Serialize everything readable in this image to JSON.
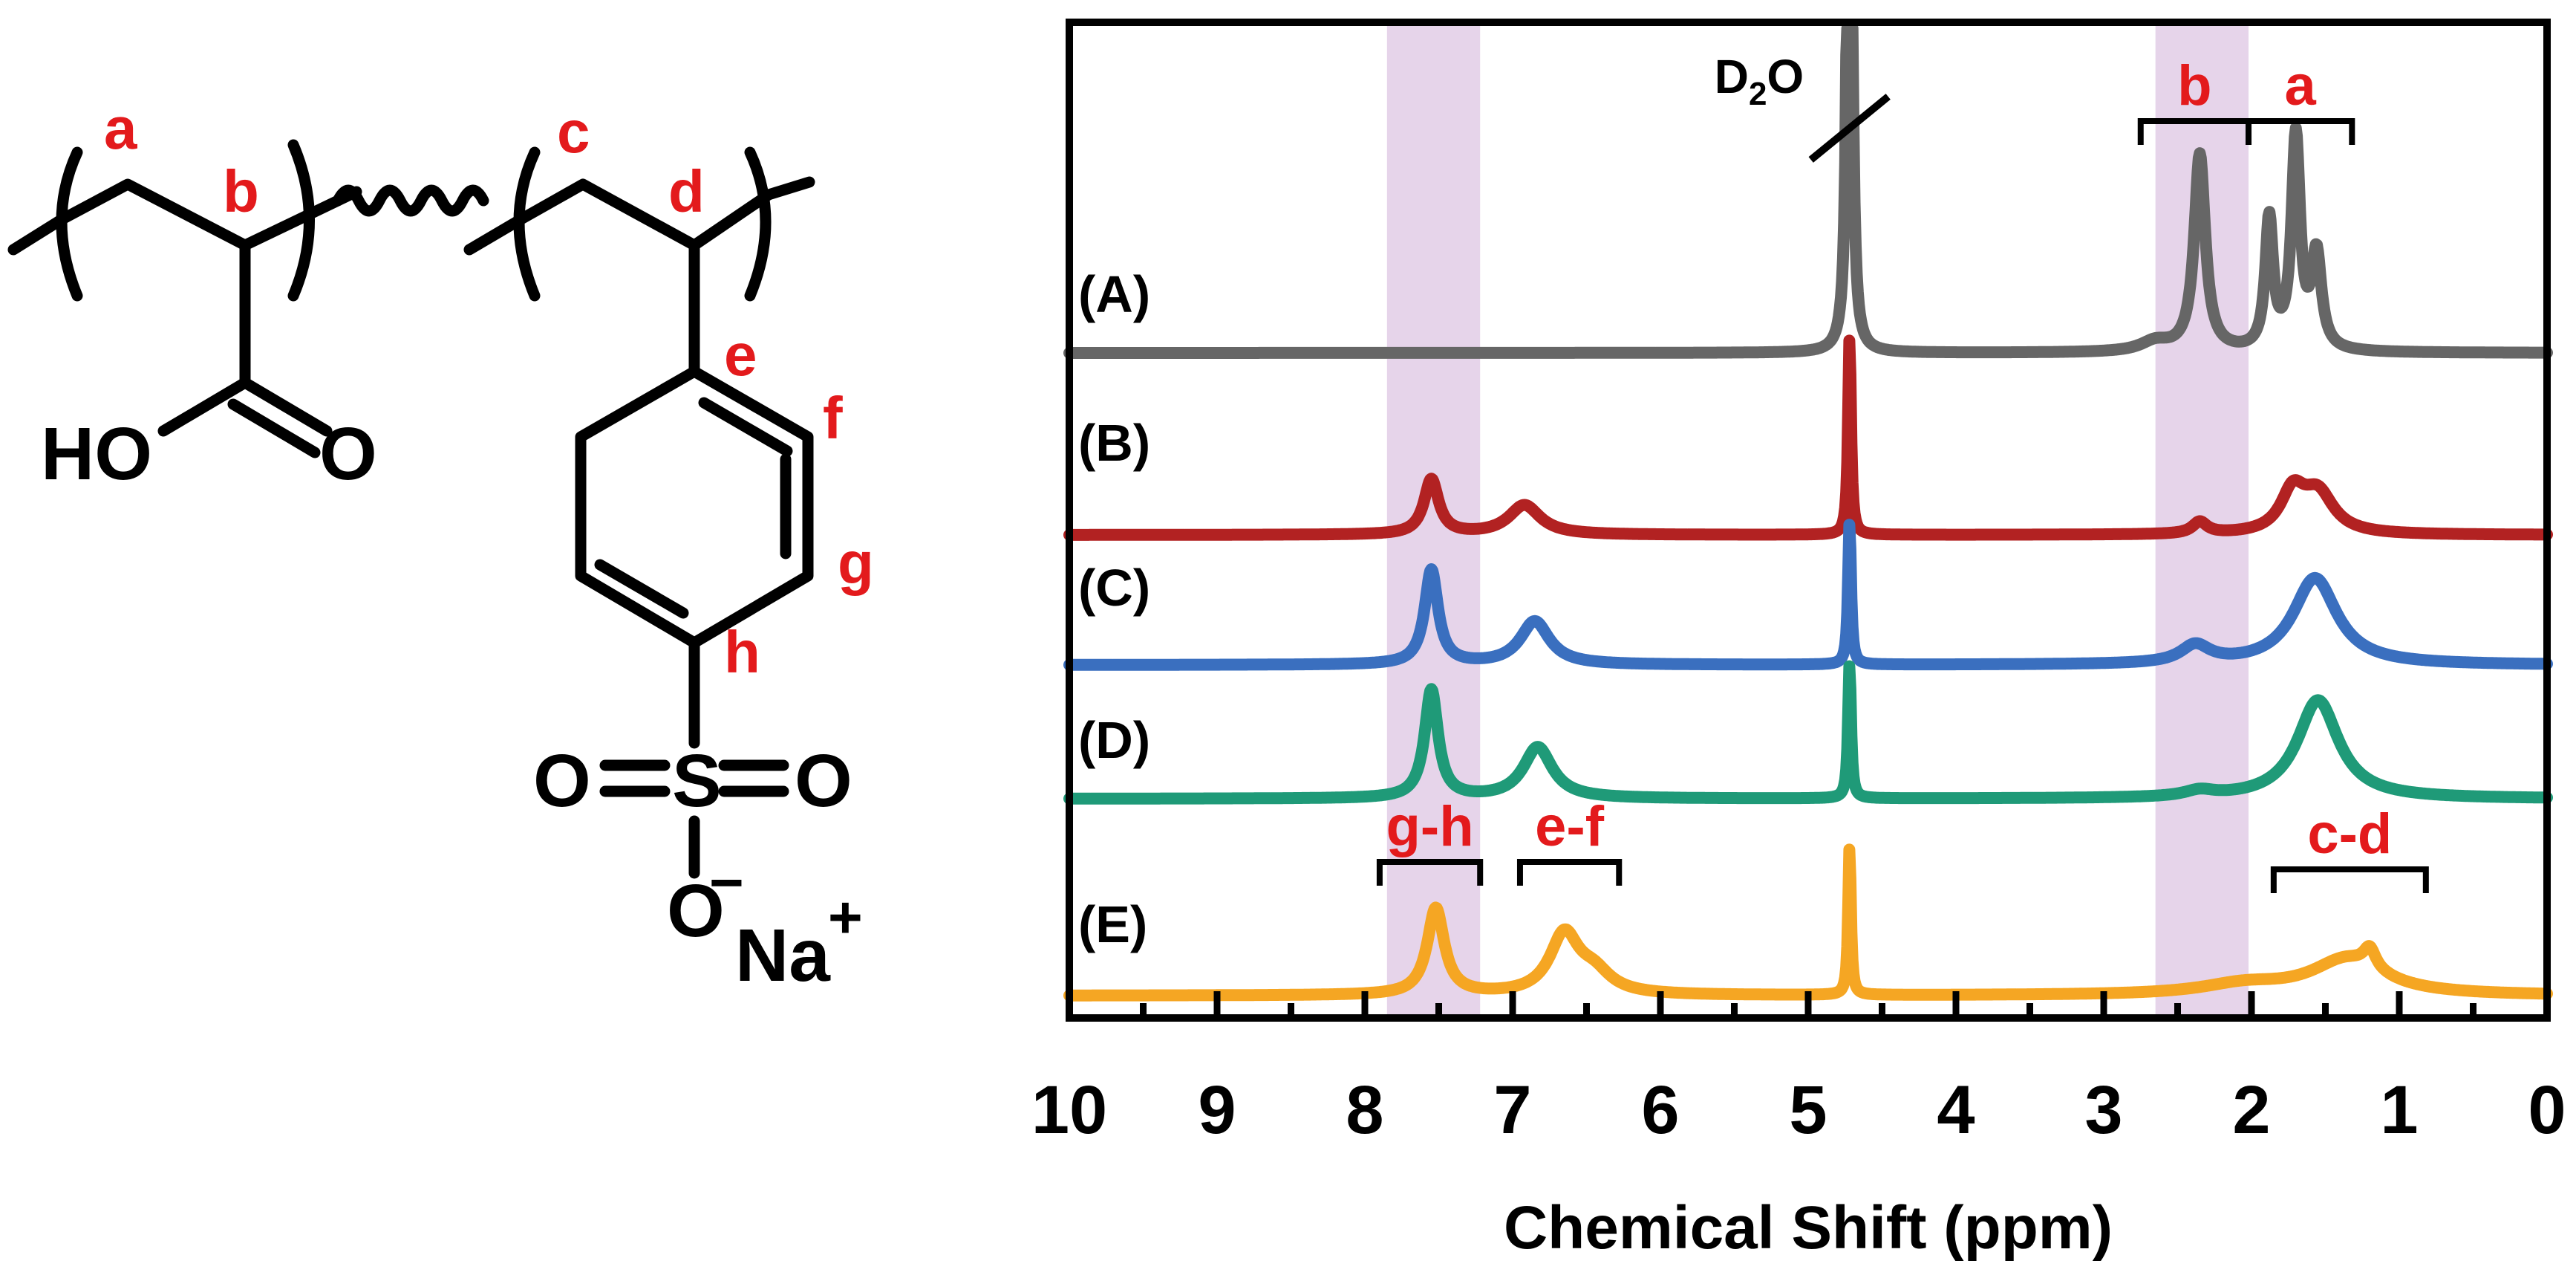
{
  "chart_data": {
    "type": "line",
    "xlabel": "Chemical Shift (ppm)",
    "xlim": [
      10,
      0
    ],
    "x_reversed": true,
    "x_ticks": [
      "10",
      "9",
      "8",
      "7",
      "6",
      "5",
      "4",
      "3",
      "2",
      "1",
      "0"
    ],
    "y_axis_visible": false,
    "series": [
      {
        "name": "(A)",
        "color": "#666666",
        "baseline_rank": 1,
        "peaks": [
          {
            "ppm": 4.72,
            "intensity": 7.0,
            "width": 0.012
          },
          {
            "ppm": 2.35,
            "intensity": 1.0,
            "width": 0.045
          },
          {
            "ppm": 1.88,
            "intensity": 0.66,
            "width": 0.032
          },
          {
            "ppm": 1.7,
            "intensity": 1.08,
            "width": 0.035
          },
          {
            "ppm": 1.56,
            "intensity": 0.48,
            "width": 0.04
          },
          {
            "ppm": 2.65,
            "intensity": 0.05,
            "width": 0.12
          }
        ]
      },
      {
        "name": "(B)",
        "color": "#b22222",
        "baseline_rank": 2,
        "peaks": [
          {
            "ppm": 7.55,
            "intensity": 0.28,
            "width": 0.06
          },
          {
            "ppm": 6.92,
            "intensity": 0.15,
            "width": 0.13
          },
          {
            "ppm": 4.72,
            "intensity": 1.0,
            "width": 0.012
          },
          {
            "ppm": 2.35,
            "intensity": 0.06,
            "width": 0.06
          },
          {
            "ppm": 1.72,
            "intensity": 0.2,
            "width": 0.1
          },
          {
            "ppm": 1.55,
            "intensity": 0.2,
            "width": 0.13
          }
        ]
      },
      {
        "name": "(C)",
        "color": "#3a6fbf",
        "baseline_rank": 3,
        "peaks": [
          {
            "ppm": 7.55,
            "intensity": 0.48,
            "width": 0.055
          },
          {
            "ppm": 6.85,
            "intensity": 0.22,
            "width": 0.12
          },
          {
            "ppm": 4.72,
            "intensity": 0.72,
            "width": 0.012
          },
          {
            "ppm": 2.38,
            "intensity": 0.09,
            "width": 0.12
          },
          {
            "ppm": 1.57,
            "intensity": 0.44,
            "width": 0.18
          }
        ]
      },
      {
        "name": "(D)",
        "color": "#1f9a78",
        "baseline_rank": 4,
        "peaks": [
          {
            "ppm": 7.55,
            "intensity": 0.55,
            "width": 0.055
          },
          {
            "ppm": 6.83,
            "intensity": 0.26,
            "width": 0.12
          },
          {
            "ppm": 4.72,
            "intensity": 0.68,
            "width": 0.012
          },
          {
            "ppm": 2.35,
            "intensity": 0.03,
            "width": 0.12
          },
          {
            "ppm": 1.55,
            "intensity": 0.5,
            "width": 0.17
          }
        ]
      },
      {
        "name": "(E)",
        "color": "#f5a623",
        "baseline_rank": 5,
        "peaks": [
          {
            "ppm": 7.52,
            "intensity": 0.44,
            "width": 0.07
          },
          {
            "ppm": 6.65,
            "intensity": 0.3,
            "width": 0.12
          },
          {
            "ppm": 6.45,
            "intensity": 0.1,
            "width": 0.14
          },
          {
            "ppm": 4.72,
            "intensity": 0.75,
            "width": 0.011
          },
          {
            "ppm": 1.35,
            "intensity": 0.18,
            "width": 0.3
          },
          {
            "ppm": 1.2,
            "intensity": 0.1,
            "width": 0.05
          },
          {
            "ppm": 2.05,
            "intensity": 0.05,
            "width": 0.35
          }
        ]
      }
    ],
    "highlight_bands": [
      {
        "from": 7.85,
        "to": 7.22,
        "color": "#e6d4ea"
      },
      {
        "from": 2.65,
        "to": 2.02,
        "color": "#e6d4ea"
      }
    ],
    "annotations": [
      {
        "text": "D2O",
        "ppm": 4.72,
        "note_color": "#000000"
      },
      {
        "text": "b",
        "from": 2.75,
        "to": 2.02,
        "color": "#e31a1c"
      },
      {
        "text": "a",
        "from": 2.02,
        "to": 1.32,
        "color": "#e31a1c"
      },
      {
        "text": "g-h",
        "from": 7.9,
        "to": 7.22,
        "color": "#e31a1c"
      },
      {
        "text": "e-f",
        "from": 6.95,
        "to": 6.28,
        "color": "#e31a1c"
      },
      {
        "text": "c-d",
        "from": 1.85,
        "to": 0.82,
        "color": "#e31a1c"
      }
    ]
  },
  "structure": {
    "labels": {
      "a": "a",
      "b": "b",
      "c": "c",
      "d": "d",
      "e": "e",
      "f": "f",
      "g": "g",
      "h": "h"
    },
    "atoms": {
      "ho": "HO",
      "o_carbonyl": "O",
      "o_left": "O",
      "s": "S",
      "o_right": "O",
      "o_minus": "O",
      "minus": "−",
      "na": "Na",
      "plus": "+"
    },
    "label_color": "#e31a1c"
  }
}
